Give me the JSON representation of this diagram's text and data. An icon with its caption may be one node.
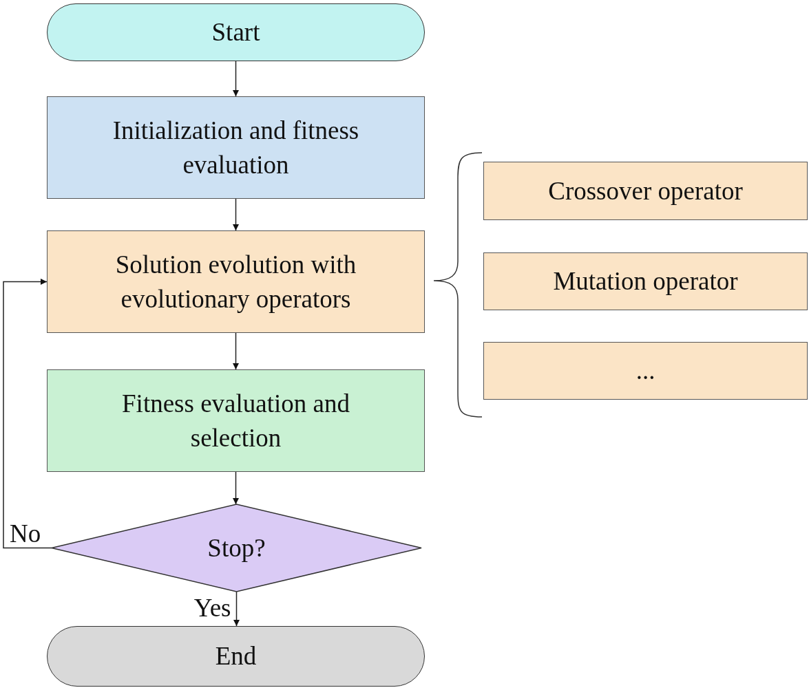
{
  "diagram": {
    "nodes": [
      {
        "text": [
          "Start"
        ]
      },
      {
        "text": [
          "Initialization and fitness evaluation"
        ]
      },
      {
        "text": [
          "Solution evolution with evolutionary operators"
        ]
      },
      {
        "text": [
          "Fitness evaluation and selection"
        ]
      },
      {
        "text": [
          "Stop?"
        ]
      },
      {
        "text": [
          "End"
        ]
      },
      {
        "text": [
          "Crossover operator"
        ]
      },
      {
        "text": [
          "Mutation operator"
        ]
      },
      {
        "text": [
          "..."
        ]
      }
    ],
    "edges": [
      {
        "from": 0,
        "to": 1,
        "arrow": "to"
      },
      {
        "from": 1,
        "to": 2,
        "arrow": "to"
      },
      {
        "from": 2,
        "to": 3,
        "arrow": "to"
      },
      {
        "from": 3,
        "to": 4,
        "arrow": "to"
      },
      {
        "from": 4,
        "to": 5,
        "arrow": "to",
        "label": "Yes"
      },
      {
        "from": 4,
        "to": 2,
        "arrow": "to",
        "label": "No"
      }
    ]
  }
}
